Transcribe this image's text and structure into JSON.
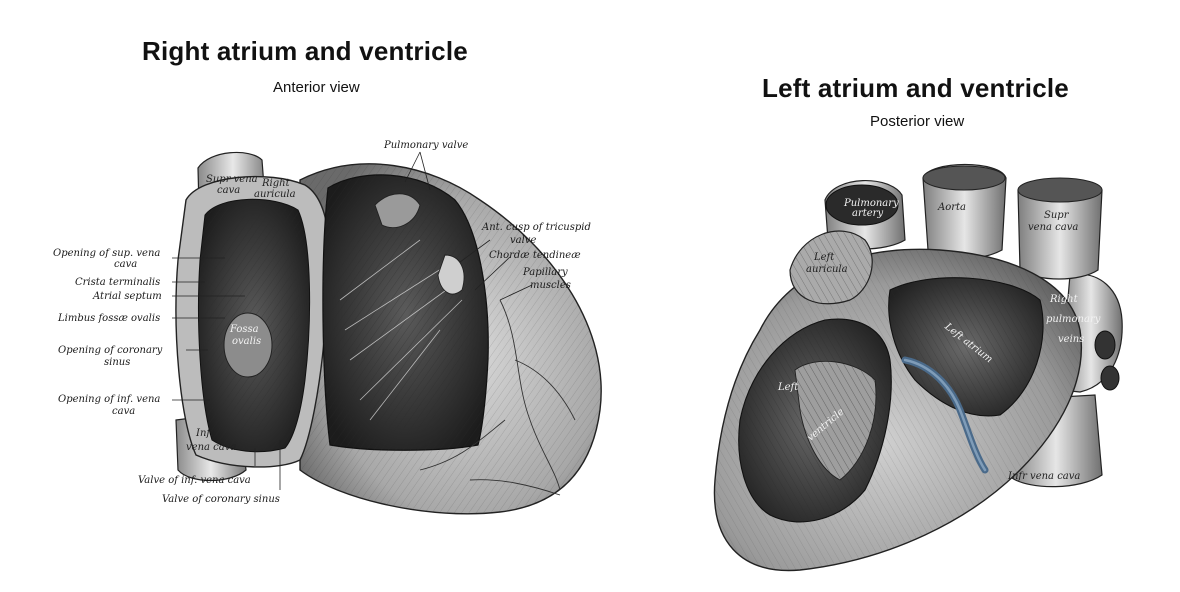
{
  "left_panel": {
    "title": "Right atrium and ventricle",
    "subtitle": "Anterior view",
    "labels": {
      "pulmonary_valve": "Pulmonary valve",
      "supr_vena_cava_1": "Supr vena",
      "supr_vena_cava_2": "cava",
      "right_auricula_1": "Right",
      "right_auricula_2": "auricula",
      "ant_cusp_1": "Ant. cusp of tricuspid",
      "ant_cusp_2": "valve",
      "chordae_tendineae": "Chordæ tendineæ",
      "papillary_1": "Papillary",
      "papillary_2": "muscles",
      "opening_sup_1": "Opening of sup. vena",
      "opening_sup_2": "cava",
      "crista_terminalis": "Crista terminalis",
      "atrial_septum": "Atrial septum",
      "limbus": "Limbus fossæ ovalis",
      "fossa_1": "Fossa",
      "fossa_2": "ovalis",
      "opening_coronary_1": "Opening of coronary",
      "opening_coronary_2": "sinus",
      "opening_inf_1": "Opening of inf. vena",
      "opening_inf_2": "cava",
      "inf_vena_cava_1": "Infr",
      "inf_vena_cava_2": "vena cava",
      "valve_inf": "Valve of inf. vena cava",
      "valve_coronary": "Valve of coronary sinus"
    }
  },
  "right_panel": {
    "title": "Left atrium and ventricle",
    "subtitle": "Posterior view",
    "labels": {
      "pulmonary_artery_1": "Pulmonary",
      "pulmonary_artery_2": "artery",
      "aorta": "Aorta",
      "supr_vena_cava_1": "Supr",
      "supr_vena_cava_2": "vena cava",
      "left_auricula_1": "Left",
      "left_auricula_2": "auricula",
      "right_pulmonary_1": "Right",
      "right_pulmonary_2": "pulmonary",
      "right_pulmonary_3": "veins",
      "left_atrium": "Left atrium",
      "left_ventricle_1": "Left",
      "left_ventricle_2": "ventricle",
      "inf_vena_cava": "Infr vena cava"
    }
  }
}
